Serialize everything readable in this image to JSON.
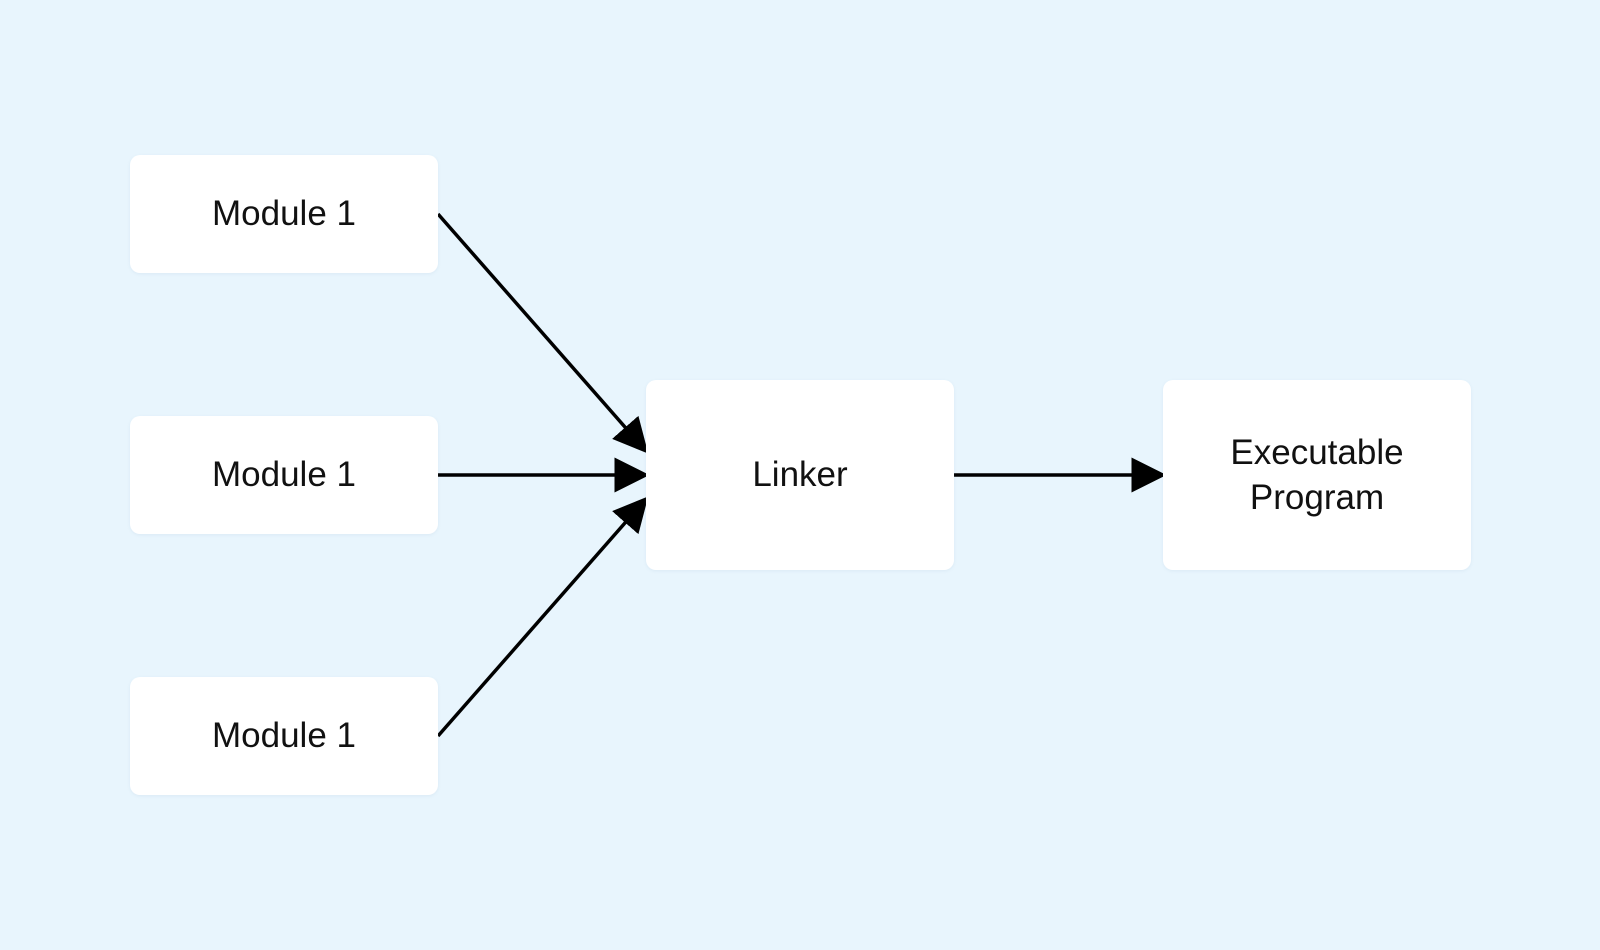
{
  "diagram": {
    "nodes": {
      "module_1": "Module 1",
      "module_2": "Module 1",
      "module_3": "Module 1",
      "linker": "Linker",
      "executable": "Executable Program"
    },
    "edges": [
      {
        "from": "module_1",
        "to": "linker"
      },
      {
        "from": "module_2",
        "to": "linker"
      },
      {
        "from": "module_3",
        "to": "linker"
      },
      {
        "from": "linker",
        "to": "executable"
      }
    ]
  },
  "colors": {
    "background": "#e8f5fd",
    "node_fill": "#ffffff",
    "arrow": "#000000",
    "text": "#111111"
  }
}
